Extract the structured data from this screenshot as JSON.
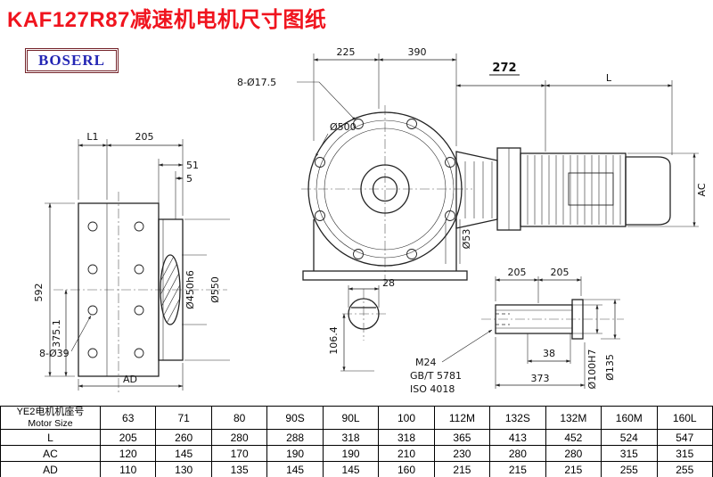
{
  "title": "KAF127R87减速机电机尺寸图纸",
  "logo": "BOSERL",
  "dims": {
    "top_225": "225",
    "top_390": "390",
    "flange_holes": "8-Ø17.5",
    "adapter_272": "272",
    "motor_len": "L",
    "flange_dia": "Ø500",
    "left_l1": "L1",
    "left_205": "205",
    "left_51": "51",
    "left_5": "5",
    "left_592": "592",
    "left_375": "375.1",
    "spigot_dia": "Ø450h6",
    "back_dia": "Ø550",
    "back_holes": "8-Ø39",
    "left_ad": "AD",
    "shaft_end_28": "28",
    "shaft_end_106": "106.4",
    "output_dia": "Ø53",
    "motor_ac": "AC",
    "shaft_205a": "205",
    "shaft_205b": "205",
    "shaft_38": "38",
    "thread": "M24",
    "std_gb": "GB/T 5781",
    "std_iso": "ISO 4018",
    "shaft_373": "373",
    "shaft_dia": "Ø100H7",
    "shaft_flange_dia": "Ø135"
  },
  "table": {
    "header_cn": "YE2电机机座号",
    "header_en": "Motor Size",
    "columns": [
      "63",
      "71",
      "80",
      "90S",
      "90L",
      "100",
      "112M",
      "132S",
      "132M",
      "160M",
      "160L"
    ],
    "rows": [
      {
        "label": "L",
        "values": [
          "205",
          "260",
          "280",
          "288",
          "318",
          "318",
          "365",
          "413",
          "452",
          "524",
          "547"
        ]
      },
      {
        "label": "AC",
        "values": [
          "120",
          "145",
          "170",
          "190",
          "190",
          "210",
          "230",
          "280",
          "280",
          "315",
          "315"
        ]
      },
      {
        "label": "AD",
        "values": [
          "110",
          "130",
          "135",
          "145",
          "145",
          "160",
          "215",
          "215",
          "215",
          "255",
          "255"
        ]
      }
    ]
  }
}
